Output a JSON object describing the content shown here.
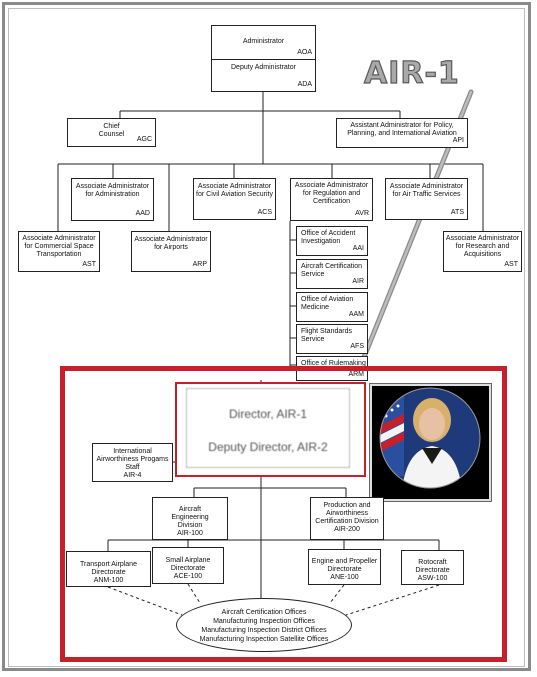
{
  "callout": "AIR-1",
  "top": {
    "administrator": {
      "name": "Administrator",
      "code": "AOA"
    },
    "deputy": {
      "name": "Deputy Administrator",
      "code": "ADA"
    }
  },
  "level2": {
    "chief_counsel": {
      "name": "Chief Counsel",
      "code": "AGC"
    },
    "api": {
      "name": "Assistant Administrator for Policy, Planning, and International Aviation",
      "code": "API"
    }
  },
  "associates": {
    "aad": {
      "name": "Associate Administrator for Administration",
      "code": "AAD"
    },
    "acs": {
      "name": "Associate Administrator for Civil Aviation Security",
      "code": "ACS"
    },
    "avr": {
      "name": "Associate Administrator for Regulation and Certification",
      "code": "AVR"
    },
    "ats": {
      "name": "Associate Administrator for Air Traffic Services",
      "code": "ATS"
    },
    "ast1": {
      "name": "Associate Administrator for Commercial Space Transportation",
      "code": "AST"
    },
    "arp": {
      "name": "Associate Administrator for Airports",
      "code": "ARP"
    },
    "ast2": {
      "name": "Associate Administrator for Research and Acquisitions",
      "code": "AST"
    }
  },
  "avr_offices": [
    {
      "name": "Office of Accident Investigation",
      "code": "AAI"
    },
    {
      "name": "Aircraft Certification Service",
      "code": "AIR"
    },
    {
      "name": "Office of Aviation Medicine",
      "code": "AAM"
    },
    {
      "name": "Flight Standards Service",
      "code": "AFS"
    },
    {
      "name": "Office of Rulemaking",
      "code": "ARM"
    }
  ],
  "air": {
    "director": "Director, AIR-1",
    "deputy": "Deputy Director, AIR-2",
    "iap": {
      "name": "International Airworthiness Progams Staff",
      "code": "AIR-4"
    },
    "aed": {
      "name": "Aircraft Engineering Division",
      "code": "AIR-100"
    },
    "pacd": {
      "name": "Production and Airworthiness Certification Division",
      "code": "AIR-200"
    },
    "tad": {
      "name": "Transport Airplane Directorate",
      "code": "ANM-100"
    },
    "sad": {
      "name": "Small Airplane Directorate",
      "code": "ACE-100"
    },
    "epd": {
      "name": "Engine and Propeller Directorate",
      "code": "ANE-100"
    },
    "rd": {
      "name": "Rotocraft Directorate",
      "code": "ASW-100"
    },
    "offices": [
      "Aircraft Certification Offices",
      "Manufacturing Inspection Offices",
      "Manufacturing Inspection District Offices",
      "Manufacturing Inspection Satellite Offices"
    ]
  },
  "colors": {
    "highlight_red": "#c8202a",
    "line": "#222222",
    "callout_gray": "#a9a9a9"
  }
}
